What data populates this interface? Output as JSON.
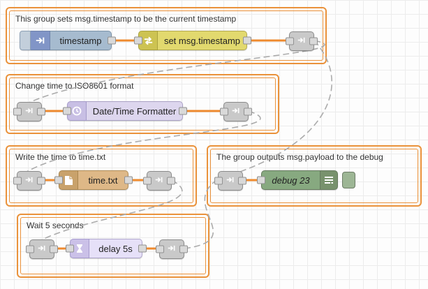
{
  "groups": [
    {
      "title": "This group sets msg.timestamp to be the current timestamp"
    },
    {
      "title": "Change time to ISO8601 format"
    },
    {
      "title": "Write the time to time.txt"
    },
    {
      "title": "The group outputs msg.payload to the debug"
    },
    {
      "title": "Wait 5 seconds"
    }
  ],
  "nodes": {
    "inject": {
      "label": "timestamp",
      "icon": "inject-arrow-icon"
    },
    "change": {
      "label": "set msg.timestamp",
      "icon": "swap-arrows-icon"
    },
    "formatter": {
      "label": "Date/Time Formatter",
      "icon": "clock-icon"
    },
    "file": {
      "label": "time.txt",
      "icon": "file-icon"
    },
    "debug": {
      "label": "debug 23",
      "icon": "debug-sidebar-icon"
    },
    "delay": {
      "label": "delay 5s",
      "icon": "hourglass-icon"
    }
  },
  "colors": {
    "group_border": "#ea923b",
    "wire_selected": "#ee8a2e",
    "link_wire": "#ababab",
    "inject_node": "#a6bbcf",
    "change_node": "#e2d96e",
    "formatter_node": "#ddd6ee",
    "file_node": "#deb887",
    "debug_node": "#87a980",
    "delay_node": "#e6e0f8",
    "link_node": "#c9c9c9",
    "grid": "#ececec"
  }
}
